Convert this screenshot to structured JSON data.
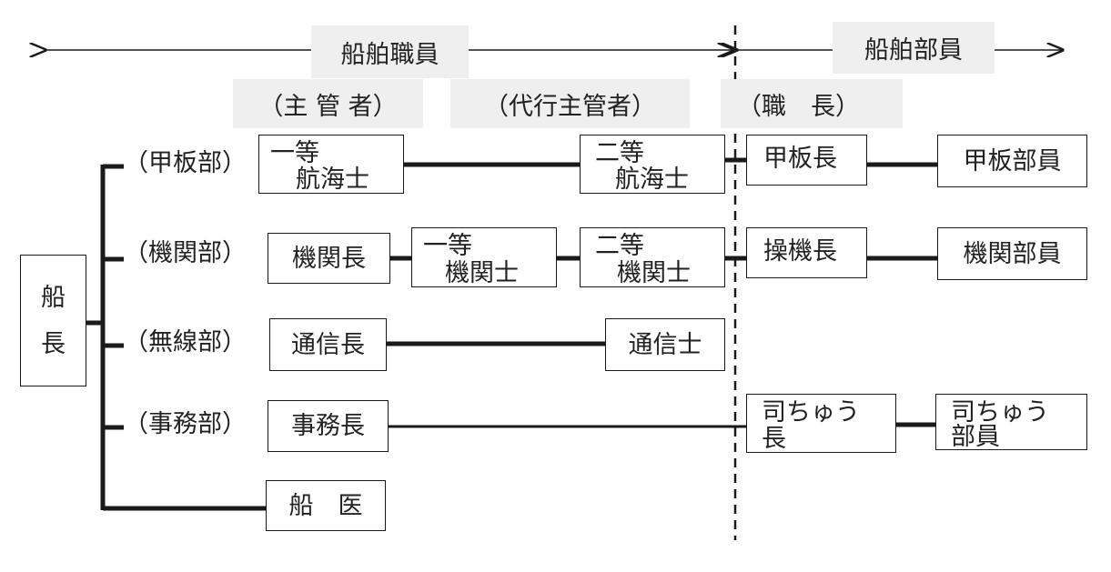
{
  "sections": {
    "officers": "船舶職員",
    "ratings": "船舶部員"
  },
  "headers": {
    "chief": "（主 管 者）",
    "acting": "（代行主管者）",
    "foreman": "（職　長）"
  },
  "captain": {
    "line1": "船",
    "line2": "長"
  },
  "departments": {
    "deck": "（甲板部）",
    "engine": "（機関部）",
    "radio": "（無線部）",
    "purser": "（事務部）"
  },
  "boxes": {
    "first_officer": {
      "line1": "一等",
      "line2": "航海士"
    },
    "second_officer": {
      "line1": "二等",
      "line2": "航海士"
    },
    "boatswain": "甲板長",
    "deck_crew": "甲板部員",
    "chief_engineer": "機関長",
    "first_engineer": {
      "line1": "一等",
      "line2": "機関士"
    },
    "second_engineer": {
      "line1": "二等",
      "line2": "機関士"
    },
    "no1_oiler": "操機長",
    "engine_crew": "機関部員",
    "chief_radio": "通信長",
    "radio_officer": "通信士",
    "purser": "事務長",
    "chief_steward": {
      "line1": "司ちゅう",
      "line2": "長"
    },
    "steward_crew": {
      "line1": "司ちゅう",
      "line2": "部員"
    },
    "ship_doctor": "船　医"
  }
}
